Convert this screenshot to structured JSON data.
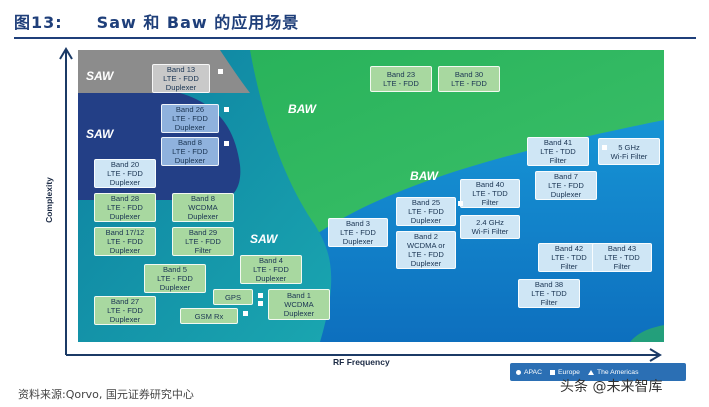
{
  "header": {
    "fig_label": "图13:",
    "title": "Saw 和 Baw 的应用场景"
  },
  "axes": {
    "y_label": "Complexity",
    "x_label": "RF Frequency"
  },
  "zones": {
    "saw_top": "SAW",
    "saw_mid": "SAW",
    "saw_low": "SAW",
    "baw_top": "BAW",
    "baw_mid": "BAW"
  },
  "boxes": {
    "band13": "Band 13\nLTE - FDD\nDuplexer",
    "band26": "Band 26\nLTE - FDD\nDuplexer",
    "band8lte": "Band 8\nLTE - FDD\nDuplexer",
    "band20": "Band 20\nLTE - FDD\nDuplexer",
    "band28": "Band 28\nLTE - FDD\nDuplexer",
    "band8wcdma": "Band 8\nWCDMA\nDuplexer",
    "band1712": "Band 17/12\nLTE - FDD\nDuplexer",
    "band29": "Band 29\nLTE - FDD\nFilter",
    "band5": "Band 5\nLTE - FDD\nDuplexer",
    "band4": "Band 4\nLTE - FDD\nDuplexer",
    "gps": "GPS",
    "band1": "Band 1\nWCDMA\nDuplexer",
    "band27": "Band 27\nLTE - FDD\nDuplexer",
    "gsmrx": "GSM Rx",
    "band23": "Band 23\nLTE - FDD",
    "band30": "Band 30\nLTE - FDD",
    "band3": "Band 3\nLTE - FDD\nDuplexer",
    "band25": "Band 25\nLTE - FDD\nDuplexer",
    "band2": "Band 2\nWCDMA or\nLTE - FDD\nDuplexer",
    "band40": "Band 40\nLTE - TDD\nFilter",
    "wifi24": "2.4 GHz\nWi-Fi Filter",
    "band41": "Band 41\nLTE - TDD\nFilter",
    "wifi5": "5 GHz\nWi-Fi Filter",
    "band7": "Band 7\nLTE - FDD\nDuplexer",
    "band42": "Band 42\nLTE - TDD\nFilter",
    "band43": "Band 43\nLTE - TDD\nFilter",
    "band38": "Band 38\nLTE - TDD\nFilter"
  },
  "legend": {
    "apac": "APAC",
    "europe": "Europe",
    "americas": "The Americas"
  },
  "colors": {
    "saw_gray": "#8c8c8c",
    "saw_navy": "#233f86",
    "saw_teal": "#0f8fa0",
    "baw_green": "#2db35e",
    "baw_blue": "#1687d1",
    "header_blue": "#1f3f7a"
  },
  "footer": {
    "source": "资料来源:Qorvo, 国元证券研究中心"
  },
  "watermark": {
    "text": "头条 @未来智库"
  }
}
